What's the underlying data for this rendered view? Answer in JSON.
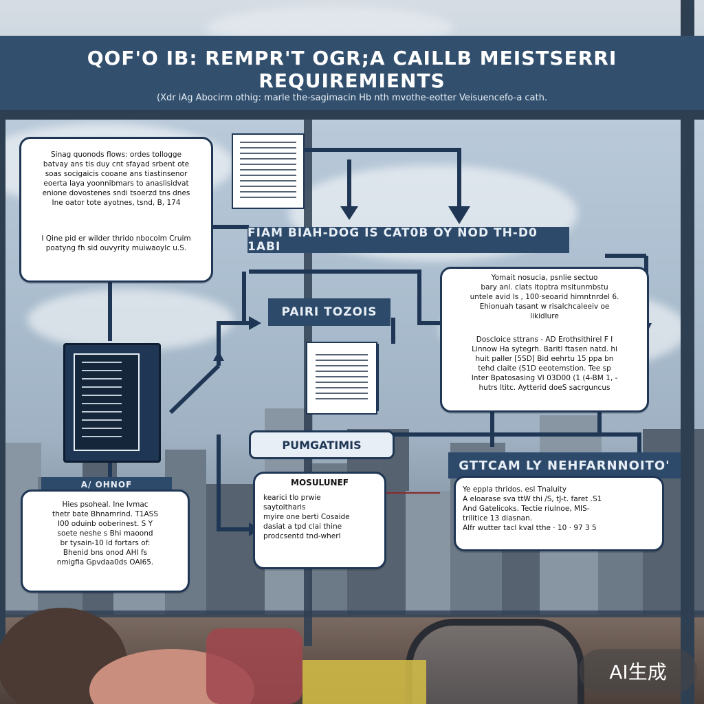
{
  "header": {
    "title": "QOF'O IB: REMPR'T OGR;A  CAILLB MEISTSERRI REQUIREMIENTS",
    "subtitle": "(Xdr iAg Abocirm othig: marle  the-sagimacin Hb nth mvothe-eotter Veisuencefo-a cath."
  },
  "diagram": {
    "bar_main": "FIAM BIAH-DOG IS CAT0B  OY NOD TH-D0 1ABI",
    "bar_pair": "PAIRI TOZOIS",
    "pill_pung": "PUMGATIMIS",
    "bar_gtcam": "GTTCAM LY NEHFARNNOITO'",
    "box_top_left": {
      "p1": "Sinag quonods flows: ordes tollogge\nbatvay ans tis duy cnt sfayad srbent ote\nsoas socigaicis  cooane ans tiastinsenor\neoerta laya yoonnibmars to anaslisidvat\nenione dovostenes sndi tsoerzd tns dnes\nIne oator tote  ayotnes, tsnd, B, 174",
      "p2": "I Qine pid er wilder thrido nbocolm Cruim\npoatyng fh sid ouvyrity muiwaoylc u.S."
    },
    "box_right": {
      "p1": "Yomait nosucia, psnlie sectuo\nbary anl. clats itoptra msitunmbstu\nuntele avid ls , 100·seoarid himntnrdel 6.\nEhionuah tasant w risalchcaleeiv oe\nlikidlure",
      "p2": "Doscloice sttrans - AD Erothsithirel F I\nLinnow Ha sytegrh. Baritl ftasen natd. hi\nhuit paller [5SD] Bid eehrtu 15 ppa bn\ntehd  claite (S1D eeotemstion. Tee sp\nInter Bpatosasing VI 03D00 (1 (4-BM 1, -\nhutrs ltitc. Aytterid doeS sacrguncus"
    },
    "box_bottom_left": {
      "tab": "A/  OHNOF",
      "p1": "Hies psoheal. Ine Ivmac\nthetr bate Bhnamrind. T1ASS\nI00 oduinb ooberinest. S Y\nsoete neshe s Bhi maoond\nbr tysain-10 ld fortars of:\nBhenid bns onod AHI fs\nnmigfia Gpvdaa0ds OAI65."
    },
    "box_mosu": {
      "title": "MOSULUNEF",
      "p1": "kearici tlo prwie\nsaytoitharis\nmyire one berti Cosaide\ndasiat a tpd clai thine\nprodcsentd tnd-wherl"
    },
    "box_bottom_right": {
      "p1": "Ye eppla thridos. esl  Tnaluity\nA eloarase sva ttW  thi /S, tJ-t. faret .S1\nAnd Gatelicoks. Tectie riulnoe, MIS-\n   trilitice 13 diasnan.\n  Alfr wutter tacl kval tthe  · 10 · 97 3 5"
    }
  },
  "watermark": "AI生成",
  "colors": {
    "navy": "#1f3654",
    "header": "#32506e",
    "bar": "#2d4a6a"
  }
}
